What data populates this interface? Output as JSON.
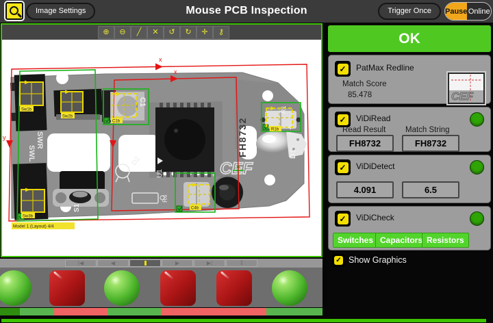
{
  "colors": {
    "accent_green": "#4fc921",
    "border_green": "#3ec300",
    "pause_orange": "#f2a71b",
    "overlay_red": "#e41414",
    "overlay_green": "#17b417",
    "overlay_yellow": "#ecd800",
    "panel_gray": "#9d9d9d",
    "fail_red": "#f06464",
    "pass_green": "#58b44e"
  },
  "top_bar": {
    "image_settings": "Image Settings",
    "title": "Mouse PCB Inspection",
    "trigger_once": "Trigger Once",
    "pause": "Pause",
    "online": "Online"
  },
  "image_toolbar": {
    "buttons": [
      {
        "name": "zoom-in",
        "glyph": "⊕"
      },
      {
        "name": "zoom-out",
        "glyph": "⊖"
      },
      {
        "name": "line-tool",
        "glyph": "╱"
      },
      {
        "name": "delete",
        "glyph": "✕"
      },
      {
        "name": "rotate-ccw",
        "glyph": "↺"
      },
      {
        "name": "rotate-cw",
        "glyph": "↻"
      },
      {
        "name": "center",
        "glyph": "✛"
      },
      {
        "name": "lock",
        "glyph": "⚷"
      }
    ]
  },
  "inspection_image": {
    "axis_labels": {
      "x": "x",
      "y": "y"
    },
    "model_tag": "Model 1 (Layout) 4/4",
    "feature_tags": [
      "Sw1b",
      "Sw2b",
      "Sw3b",
      "C1b",
      "C4b",
      "R1b"
    ],
    "silkscreen": {
      "part_number": "FH8732",
      "logo": "CEF",
      "c1": "C1",
      "d1": "D1",
      "r1": "R1",
      "d2": "D2",
      "r4": "R4",
      "u1": "U1",
      "s1": "S1",
      "swr": "SWR",
      "swl": "SWL",
      "plus": "+"
    }
  },
  "results_panel": {
    "status": "OK",
    "patmax": {
      "label": "PatMax Redline",
      "checked": true,
      "match_score_label": "Match Score",
      "match_score": "85.478"
    },
    "vidiread": {
      "label": "ViDiRead",
      "checked": true,
      "read_result_label": "Read Result",
      "read_result": "FH8732",
      "match_string_label": "Match String",
      "match_string": "FH8732"
    },
    "vididetect": {
      "label": "ViDiDetect",
      "checked": true,
      "values": [
        "4.091",
        "6.5"
      ]
    },
    "vidicheck": {
      "label": "ViDiCheck",
      "checked": true,
      "buttons": [
        "Switches",
        "Capacitors",
        "Resistors"
      ]
    },
    "show_graphics": {
      "label": "Show Graphics",
      "checked": true
    }
  },
  "filmstrip": {
    "nav": [
      {
        "name": "first",
        "glyph": "|◀"
      },
      {
        "name": "previous",
        "glyph": "◀"
      },
      {
        "name": "position",
        "glyph": ""
      },
      {
        "name": "next",
        "glyph": "▶"
      },
      {
        "name": "last",
        "glyph": "▶|"
      },
      {
        "name": "save",
        "glyph": "↧"
      }
    ],
    "results": [
      "pass",
      "fail",
      "pass",
      "fail",
      "fail",
      "pass"
    ],
    "segments": [
      {
        "status": "current",
        "width": 29
      },
      {
        "status": "pass",
        "width": 50
      },
      {
        "status": "fail",
        "width": 78
      },
      {
        "status": "pass",
        "width": 78
      },
      {
        "status": "fail",
        "width": 154
      },
      {
        "status": "pass",
        "width": 82
      }
    ]
  }
}
